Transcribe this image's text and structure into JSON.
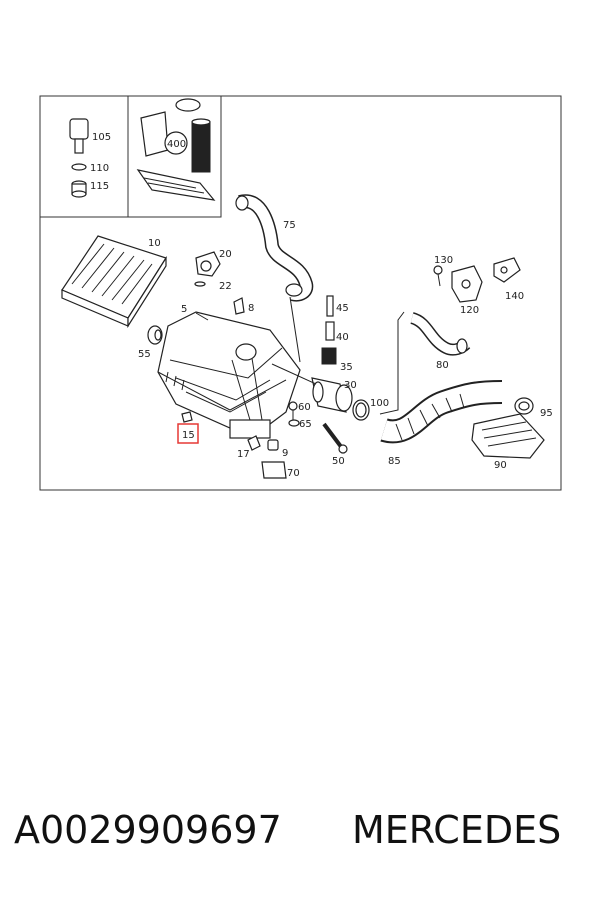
{
  "caption": {
    "part_number": "A0029909697",
    "brand": "MERCEDES"
  },
  "diagram": {
    "highlighted_callout": "15",
    "callouts": {
      "c105": "105",
      "c110": "110",
      "c115": "115",
      "c400": "400",
      "c10": "10",
      "c20": "20",
      "c22": "22",
      "c5": "5",
      "c8": "8",
      "c55": "55",
      "c75": "75",
      "c45": "45",
      "c40": "40",
      "c35": "35",
      "c30": "30",
      "c60": "60",
      "c65": "65",
      "c100": "100",
      "c50": "50",
      "c17": "17",
      "c9": "9",
      "c70": "70",
      "c130": "130",
      "c120": "120",
      "c140": "140",
      "c80": "80",
      "c85": "85",
      "c90": "90",
      "c95": "95"
    }
  }
}
